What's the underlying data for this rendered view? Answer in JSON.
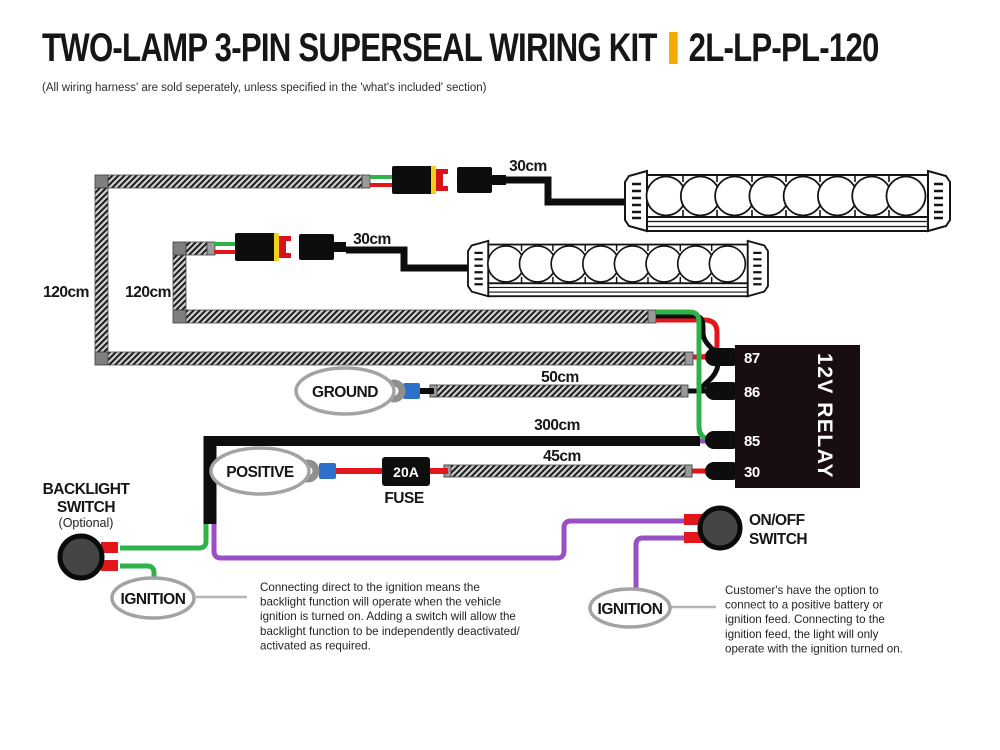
{
  "header": {
    "title": "TWO-LAMP 3-PIN SUPERSEAL WIRING KIT",
    "part_number": "2L-LP-PL-120",
    "subtitle": "(All wiring harness' are sold seperately, unless specified in the 'what's included' section)"
  },
  "diagram": {
    "lamp1": {
      "tail_length": "30cm",
      "harness_length": "120cm"
    },
    "lamp2": {
      "tail_length": "30cm",
      "harness_length": "120cm"
    },
    "ground": {
      "label": "GROUND",
      "cable_length": "50cm"
    },
    "switch_wire": {
      "cable_length": "300cm"
    },
    "positive": {
      "label": "POSITIVE",
      "fuse_rating": "20A",
      "fuse_label": "FUSE",
      "cable_length": "45cm"
    },
    "relay": {
      "label": "12V RELAY",
      "pins": [
        "87",
        "86",
        "85",
        "30"
      ]
    },
    "backlight_switch": {
      "line1": "BACKLIGHT",
      "line2": "SWITCH",
      "line3": "(Optional)"
    },
    "onoff_switch": {
      "line1": "ON/OFF",
      "line2": "SWITCH"
    },
    "ignition_left": {
      "label": "IGNITION"
    },
    "ignition_right": {
      "label": "IGNITION"
    },
    "note_left_lines": [
      "Connecting direct to the ignition means the",
      "backlight function will operate when the vehicle",
      "ignition is turned on. Adding a switch will allow the",
      "backlight function to be independently deactivated/",
      "activated as required."
    ],
    "note_right_lines": [
      "Customer's have the option to",
      "connect to a positive battery or",
      "ignition feed. Connecting to the",
      "ignition feed, the light will only",
      "operate with the ignition turned on."
    ],
    "colors": {
      "accent": "#F5A800",
      "green": "#2EB34B",
      "red": "#E3161B",
      "purple": "#9B4FC4",
      "blue": "#2E6FC9"
    }
  }
}
